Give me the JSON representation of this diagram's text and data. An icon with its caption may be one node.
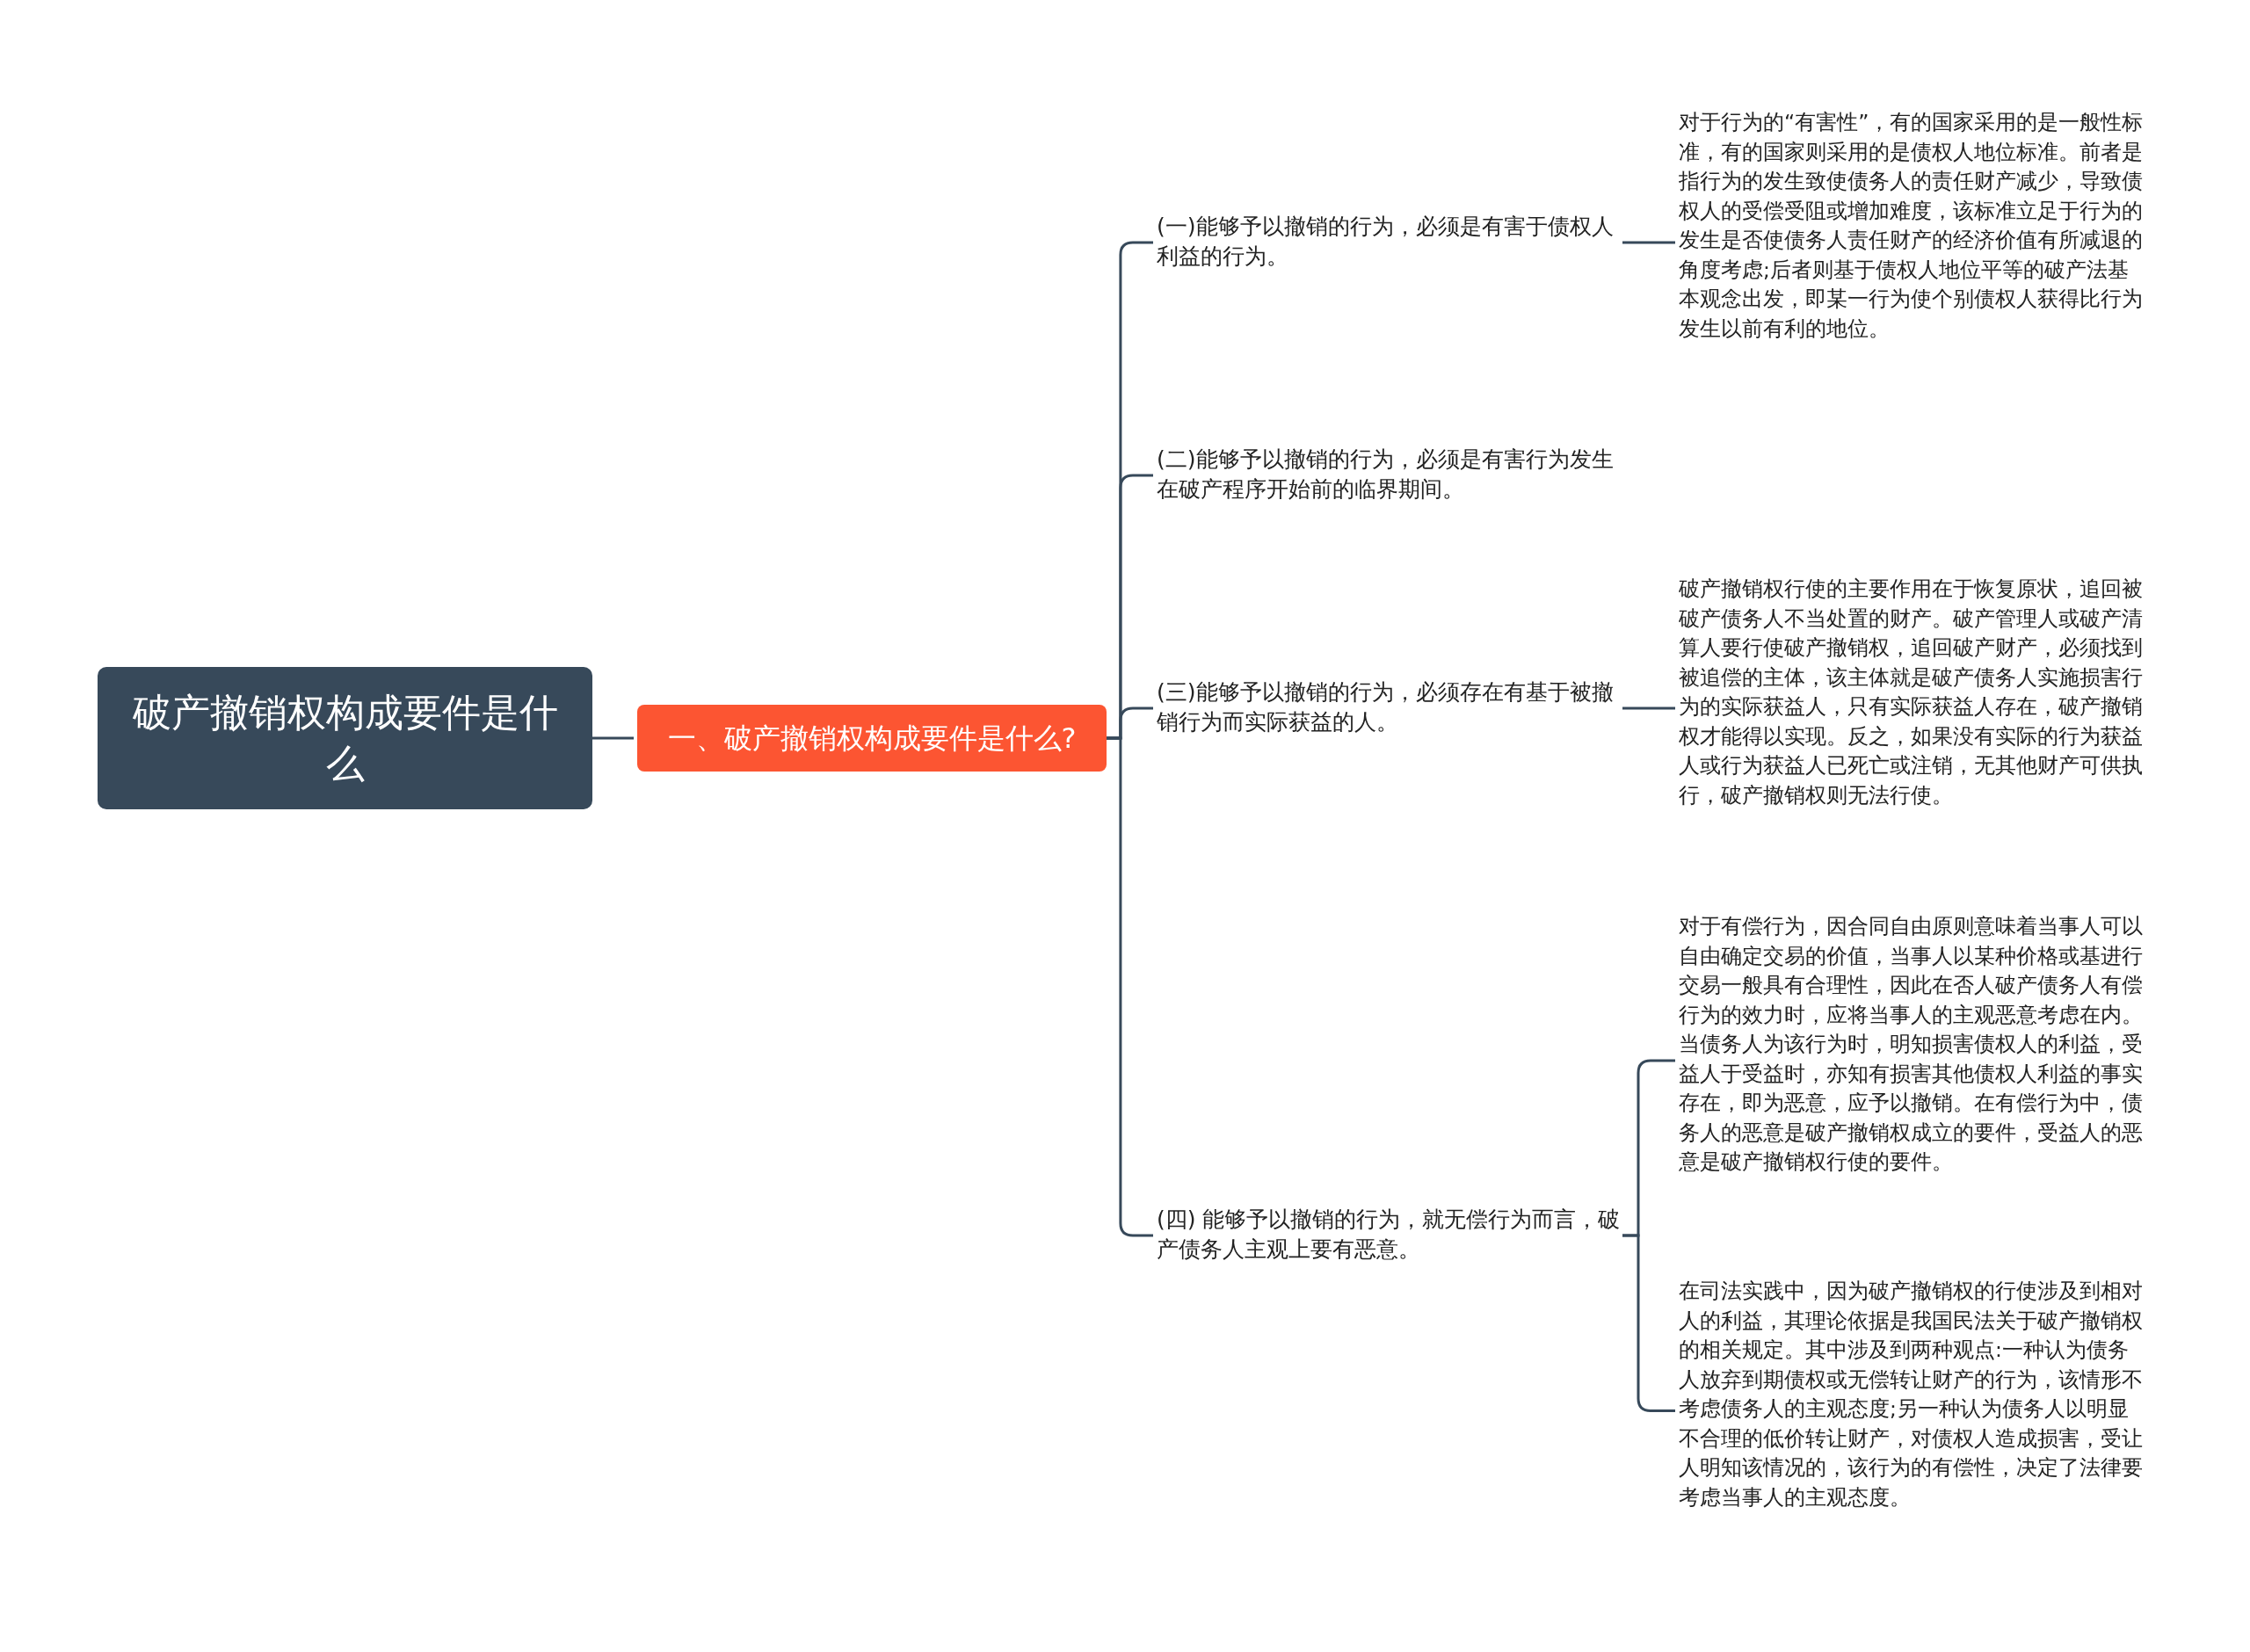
{
  "diagram": {
    "nodes": [
      {
        "text": [
          "破产撤销权构成要件是什么"
        ]
      },
      {
        "text": [
          "一、破产撤销权构成要件是什么?"
        ]
      },
      {
        "text": [
          "(一)能够予以撤销的行为，必须是有害于债权人利益的行为。"
        ]
      },
      {
        "text": [
          "(二)能够予以撤销的行为，必须是有害行为发生在破产程序开始前的临界期间。"
        ]
      },
      {
        "text": [
          "(三)能够予以撤销的行为，必须存在有基于被撤销行为而实际获益的人。"
        ]
      },
      {
        "text": [
          "(四) 能够予以撤销的行为，就无偿行为而言，破产债务人主观上要有恶意。"
        ]
      },
      {
        "text": [
          "对于行为的“有害性”，有的国家采用的是一般性标准，有的国家则采用的是债权人地位标准。前者是指行为的发生致使债务人的责任财产减少，导致债权人的受偿受阻或增加难度，该标准立足于行为的发生是否使债务人责任财产的经济价值有所减退的角度考虑;后者则基于债权人地位平等的破产法基本观念出发，即某一行为使个别债权人获得比行为发生以前有利的地位。"
        ]
      },
      {
        "text": [
          "破产撤销权行使的主要作用在于恢复原状，追回被破产债务人不当处置的财产。破产管理人或破产清算人要行使破产撤销权，追回破产财产，必须找到被追偿的主体，该主体就是破产债务人实施损害行为的实际获益人，只有实际获益人存在，破产撤销权才能得以实现。反之，如果没有实际的行为获益人或行为获益人已死亡或注销，无其他财产可供执行，破产撤销权则无法行使。"
        ]
      },
      {
        "text": [
          "对于有偿行为，因合同自由原则意味着当事人可以自由确定交易的价值，当事人以某种价格或基进行交易一般具有合理性，因此在否人破产债务人有偿行为的效力时，应将当事人的主观恶意考虑在内。当债务人为该行为时，明知损害债权人的利益，受益人于受益时，亦知有损害其他债权人利益的事实存在，即为恶意，应予以撤销。在有偿行为中，债务人的恶意是破产撤销权成立的要件，受益人的恶意是破产撤销权行使的要件。"
        ]
      },
      {
        "text": [
          "在司法实践中，因为破产撤销权的行使涉及到相对人的利益，其理论依据是我国民法关于破产撤销权的相关规定。其中涉及到两种观点:一种认为债务人放弃到期债权或无偿转让财产的行为，该情形不考虑债务人的主观态度;另一种认为债务人以明显不合理的低价转让财产，对债权人造成损害，受让人明知该情况的，该行为的有偿性，决定了法律要考虑当事人的主观态度。"
        ]
      }
    ],
    "edges": [
      {
        "from": 0,
        "to": 1,
        "arrow": "none"
      },
      {
        "from": 1,
        "to": 2,
        "arrow": "none"
      },
      {
        "from": 1,
        "to": 3,
        "arrow": "none"
      },
      {
        "from": 1,
        "to": 4,
        "arrow": "none"
      },
      {
        "from": 1,
        "to": 5,
        "arrow": "none"
      },
      {
        "from": 2,
        "to": 6,
        "arrow": "none"
      },
      {
        "from": 4,
        "to": 7,
        "arrow": "none"
      },
      {
        "from": 5,
        "to": 8,
        "arrow": "none"
      },
      {
        "from": 5,
        "to": 9,
        "arrow": "none"
      }
    ]
  }
}
